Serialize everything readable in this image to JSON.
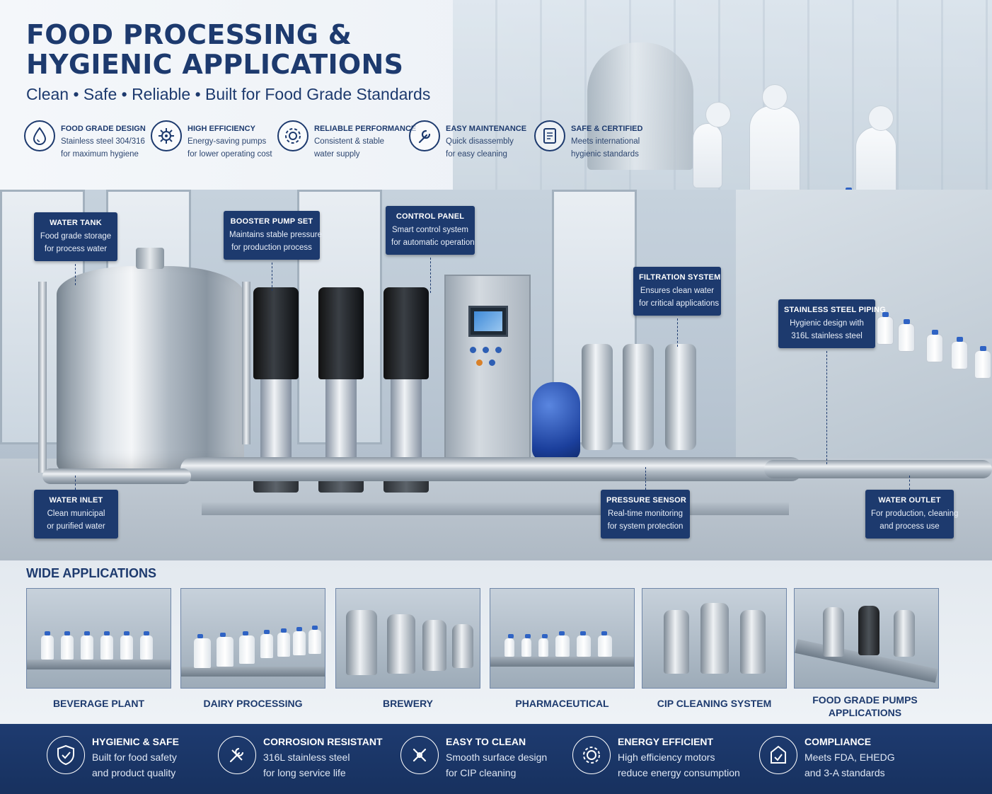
{
  "header": {
    "title_line1": "FOOD PROCESSING &",
    "title_line2": "HYGIENIC APPLICATIONS",
    "subtitle": "Clean • Safe • Reliable • Built for Food Grade Standards"
  },
  "features": [
    {
      "icon": "droplet-icon",
      "title": "FOOD GRADE DESIGN",
      "line1": "Stainless steel 304/316",
      "line2": "for maximum hygiene"
    },
    {
      "icon": "pump-icon",
      "title": "HIGH EFFICIENCY",
      "line1": "Energy-saving pumps",
      "line2": "for lower operating cost"
    },
    {
      "icon": "gear-icon",
      "title": "RELIABLE PERFORMANCE",
      "line1": "Consistent & stable",
      "line2": "water supply"
    },
    {
      "icon": "wrench-icon",
      "title": "EASY MAINTENANCE",
      "line1": "Quick disassembly",
      "line2": "for easy cleaning"
    },
    {
      "icon": "certificate-icon",
      "title": "SAFE & CERTIFIED",
      "line1": "Meets international",
      "line2": "hygienic standards"
    }
  ],
  "callouts": {
    "water_tank": {
      "title": "WATER TANK",
      "line1": "Food grade storage",
      "line2": "for process water"
    },
    "booster_pump": {
      "title": "BOOSTER PUMP SET",
      "line1": "Maintains stable pressure",
      "line2": "for production process"
    },
    "control_panel": {
      "title": "CONTROL PANEL",
      "line1": "Smart control system",
      "line2": "for automatic operation"
    },
    "filtration": {
      "title": "FILTRATION SYSTEM",
      "line1": "Ensures clean water",
      "line2": "for critical applications"
    },
    "piping": {
      "title": "STAINLESS STEEL PIPING",
      "line1": "Hygienic design with",
      "line2": "316L stainless steel"
    },
    "water_inlet": {
      "title": "WATER INLET",
      "line1": "Clean municipal",
      "line2": "or purified water"
    },
    "pressure_sensor": {
      "title": "PRESSURE SENSOR",
      "line1": "Real-time monitoring",
      "line2": "for system protection"
    },
    "water_outlet": {
      "title": "WATER OUTLET",
      "line1": "For production, cleaning",
      "line2": "and process use"
    }
  },
  "applications": {
    "title": "WIDE APPLICATIONS",
    "items": [
      {
        "label": "BEVERAGE PLANT"
      },
      {
        "label": "DAIRY PROCESSING"
      },
      {
        "label": "BREWERY"
      },
      {
        "label": "PHARMACEUTICAL"
      },
      {
        "label": "CIP CLEANING SYSTEM"
      },
      {
        "label_line1": "FOOD GRADE PUMPS",
        "label_line2": "APPLICATIONS"
      }
    ]
  },
  "benefits": [
    {
      "icon": "shield-icon",
      "title": "HYGIENIC & SAFE",
      "line1": "Built for food safety",
      "line2": "and product quality"
    },
    {
      "icon": "tools-icon",
      "title": "CORROSION RESISTANT",
      "line1": "316L stainless steel",
      "line2": "for long service life"
    },
    {
      "icon": "cleaning-icon",
      "title": "EASY TO CLEAN",
      "line1": "Smooth surface design",
      "line2": "for CIP cleaning"
    },
    {
      "icon": "energy-gear-icon",
      "title": "ENERGY EFFICIENT",
      "line1": "High efficiency motors",
      "line2": "reduce energy consumption"
    },
    {
      "icon": "compliance-icon",
      "title": "COMPLIANCE",
      "line1": "Meets FDA, EHEDG",
      "line2": "and 3-A standards"
    }
  ],
  "colors": {
    "navy": "#1d3a6e",
    "accent_blue": "#2f63c4",
    "bar": "#1e3b70"
  }
}
